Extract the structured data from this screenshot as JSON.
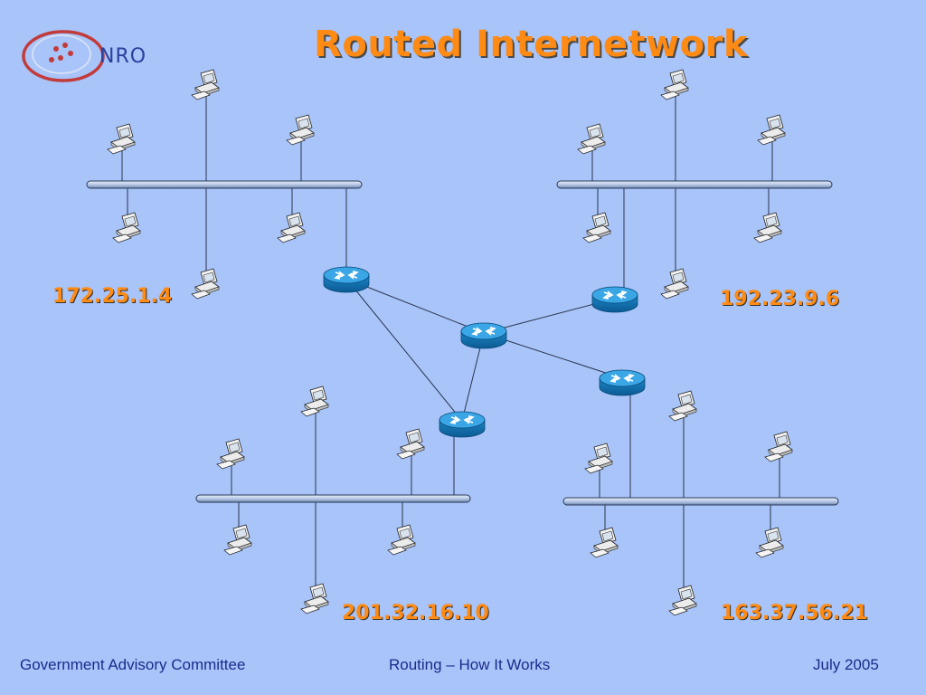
{
  "title": "Routed Internetwork",
  "logo": {
    "text": "NRO"
  },
  "ip_labels": {
    "top_left": "172.25.1.4",
    "top_right": "192.23.9.6",
    "bottom_left": "201.32.16.10",
    "bottom_right": "163.37.56.21"
  },
  "footer": {
    "left": "Government Advisory Committee",
    "center": "Routing – How It Works",
    "right": "July 2005"
  },
  "colors": {
    "background": "#a8c4f8",
    "title": "#ff8a14",
    "ip_text": "#ff8a14",
    "footer_text": "#1c2b8c",
    "router": "#1e8fd0",
    "bus": "#c8d8f0"
  },
  "icons": [
    "workstation-icon",
    "router-icon",
    "nro-logo-icon"
  ]
}
